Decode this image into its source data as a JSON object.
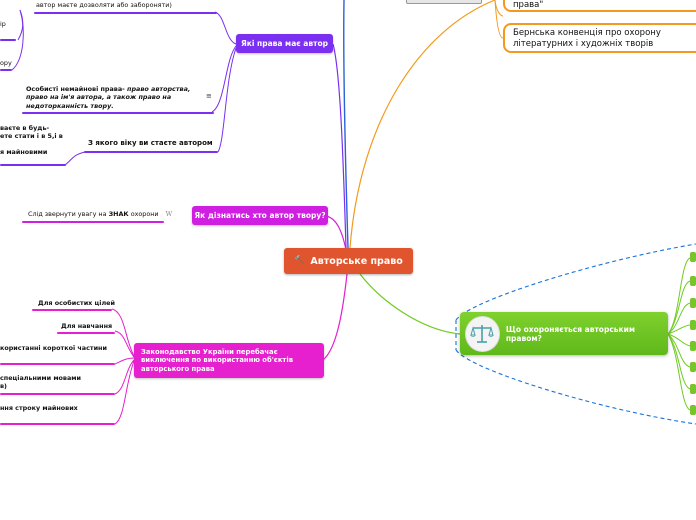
{
  "root": {
    "title": "Авторське право",
    "icon": "gavel-icon"
  },
  "branches": {
    "rights": {
      "title": "Які права має автор",
      "color": "#7a1ef0",
      "items": {
        "top_partial": "автор маєте дозволяти або забороняти)",
        "left1": "ір",
        "left2": "ору",
        "personal_bold": "Особисті немайнові права-",
        "personal_italic": "право авторства, право на ім'я автора, а також право на недоторканність твору.",
        "menu_glyph": "≡"
      }
    },
    "age": {
      "title": "З якого віку ви стаєте автором",
      "line1": "ваєте в будь-",
      "line2": "ете стати і в 5,і в",
      "line3": "я майновими"
    },
    "who": {
      "title": "Як дізнатись хто автор твору?",
      "note_prefix": "Слід звернути увагу на",
      "note_bold": "ЗНАК",
      "note_suffix": "охорони",
      "note_icon": "W"
    },
    "law": {
      "title": "Законодавство України перебачає виключення по використанню об'єктів авторського права",
      "items": [
        "Для особистих цілей",
        "Для навчання",
        "користанні короткої частини",
        "спеціальними мовами",
        "в)",
        "ння строку майнових"
      ]
    },
    "protected": {
      "title": "Що охороняється авторським правом?",
      "icon": "scales-icon"
    },
    "conventions": {
      "item1": "права\"",
      "item2_line1": "Бернська конвенція про охорону",
      "item2_line2": "літературних і художніх творів"
    }
  },
  "colors": {
    "root": "#e0552e",
    "purple": "#7b2ff0",
    "magenta": "#cf1fe0",
    "pink": "#e61fcf",
    "green": "#6fcb21",
    "orange": "#f39a1e",
    "blue": "#2b62d6",
    "dashed": "#1a73d9"
  }
}
